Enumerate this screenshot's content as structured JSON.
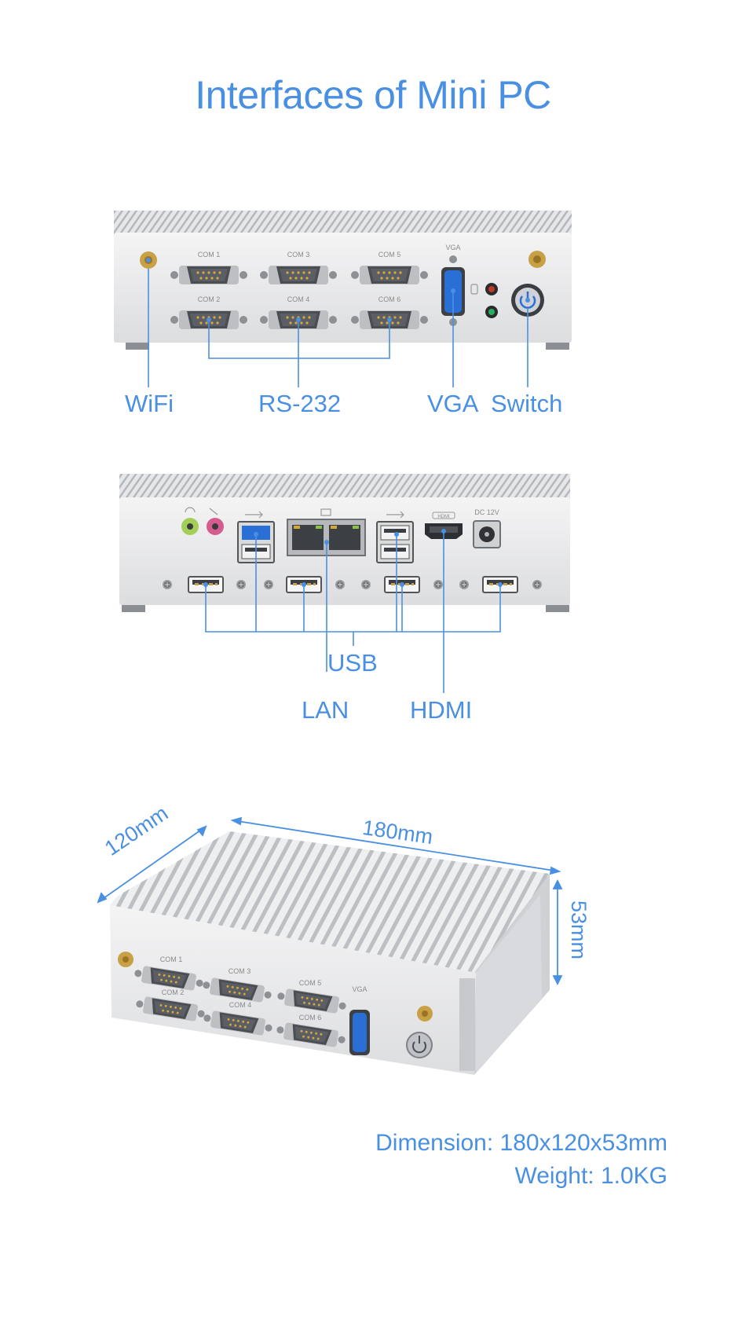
{
  "title": "Interfaces of Mini PC",
  "panel_front": {
    "labels": {
      "wifi": "WiFi",
      "rs232": "RS-232",
      "vga": "VGA",
      "switch": "Switch"
    },
    "ports": {
      "com1": "COM 1",
      "com2": "COM 2",
      "com3": "COM 3",
      "com4": "COM 4",
      "com5": "COM 5",
      "com6": "COM 6",
      "vga": "VGA"
    }
  },
  "panel_rear": {
    "labels": {
      "usb": "USB",
      "lan": "LAN",
      "hdmi": "HDMI"
    },
    "ports": {
      "hdmi": "HDMI",
      "dc": "DC 12V"
    }
  },
  "device_3d": {
    "dims": {
      "depth": "120mm",
      "width": "180mm",
      "height": "53mm"
    },
    "ports": {
      "com1": "COM 1",
      "com2": "COM 2",
      "com3": "COM 3",
      "com4": "COM 4",
      "com5": "COM 5",
      "com6": "COM 6",
      "vga": "VGA"
    }
  },
  "specs": {
    "dimension": "Dimension: 180x120x53mm",
    "weight": "Weight: 1.0KG"
  },
  "colors": {
    "accent": "#4a90e2",
    "chassis": "#e4e5e7",
    "port_blue": "#2a6fd6"
  },
  "icons": [
    "wifi-antenna-icon",
    "power-button-icon",
    "headphone-icon",
    "microphone-icon",
    "usb-icon",
    "network-icon",
    "hdd-led-icon",
    "power-led-icon"
  ]
}
